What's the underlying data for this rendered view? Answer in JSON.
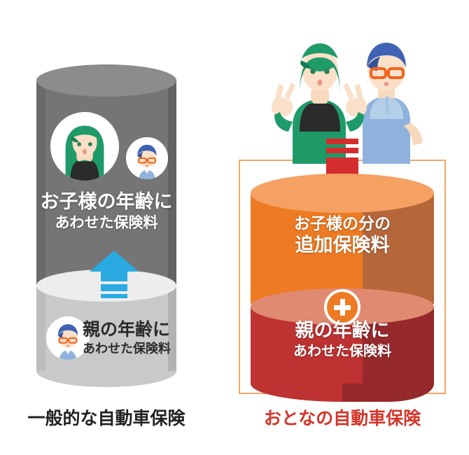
{
  "diagram": {
    "title_semantics": "car-insurance-premium-comparison",
    "left": {
      "caption": "一般的な自動車保険",
      "upper_section": {
        "line1": "お子様の年齢に",
        "line2": "あわせた保険料",
        "fill_color": "#757575",
        "top_color": "#8c8c8c"
      },
      "lower_section": {
        "line1": "親の年齢に",
        "line2": "あわせた保険料",
        "fill_color": "#c9c9c9",
        "top_color": "#ededed"
      },
      "arrow": {
        "icon": "arrow-up-icon",
        "direction": "up",
        "color": "#29abe2"
      },
      "avatars": [
        {
          "icon": "avatar-girl-icon",
          "size": "large",
          "hair_color": "#1f9a69"
        },
        {
          "icon": "avatar-man-icon",
          "size": "small",
          "hair_color": "#3f63b4"
        },
        {
          "icon": "avatar-man-icon",
          "size": "small",
          "hair_color": "#3f63b4"
        }
      ]
    },
    "right": {
      "caption": "おとなの自動車保険",
      "caption_color": "#d4352a",
      "box_border_color": "#f0a868",
      "upper_section": {
        "line1": "お子様の分の",
        "line2": "追加保険料",
        "fill_color": "#ee7b23",
        "top_color": "#f4a163"
      },
      "lower_section": {
        "line1": "親の年齢に",
        "line2": "あわせた保険料",
        "fill_color": "#be3232",
        "top_color": "#e08a72"
      },
      "arrow": {
        "icon": "arrow-down-icon",
        "direction": "down",
        "color": "#d42d2d"
      },
      "plus_badge": {
        "icon": "plus-circle-icon",
        "color": "#ee7b23"
      },
      "people": {
        "icon": "couple-peace-sign-icon",
        "woman_hair_color": "#1f9a69",
        "man_hair_color": "#3f63b4",
        "man_glasses_color": "#f0641e"
      }
    }
  }
}
